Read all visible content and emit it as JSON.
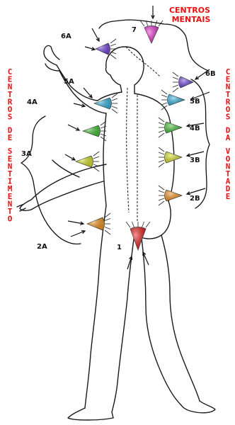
{
  "titles": {
    "mental": [
      "CENTROS",
      "MENTAIS"
    ],
    "feeling_vertical": [
      "CENTROS",
      "DE",
      "SENTIMENTO"
    ],
    "will_vertical": [
      "CENTROS",
      "DA",
      "VONTADE"
    ]
  },
  "centers": [
    {
      "id": "7",
      "label": "7",
      "color": "#e830d0"
    },
    {
      "id": "6A",
      "label": "6A",
      "color": "#7040e0"
    },
    {
      "id": "6B",
      "label": "6B",
      "color": "#7040e0"
    },
    {
      "id": "5A",
      "label": "5A",
      "color": "#30b0e0"
    },
    {
      "id": "5B",
      "label": "5B",
      "color": "#30b0e0"
    },
    {
      "id": "4A",
      "label": "4A",
      "color": "#40c030"
    },
    {
      "id": "4B",
      "label": "4B",
      "color": "#40c030"
    },
    {
      "id": "3A",
      "label": "3A",
      "color": "#d8e020"
    },
    {
      "id": "3B",
      "label": "3B",
      "color": "#d8e020"
    },
    {
      "id": "2A",
      "label": "2A",
      "color": "#f09018"
    },
    {
      "id": "2B",
      "label": "2B",
      "color": "#f09018"
    },
    {
      "id": "1",
      "label": "1",
      "color": "#e81818"
    }
  ],
  "colors": {
    "title_red": "#e81010",
    "outline": "#1a1a1a"
  }
}
